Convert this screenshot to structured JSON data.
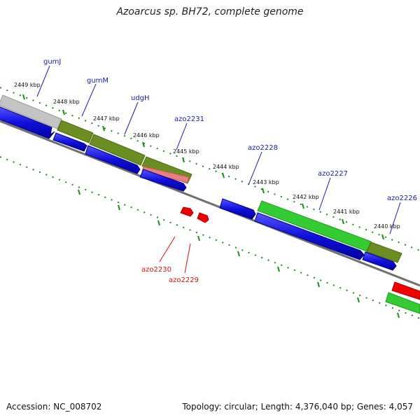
{
  "title": "Azoarcus sp. BH72, complete genome",
  "accession": "Accession: NC_008702",
  "summary": "Topology: circular; Length: 4,376,040 bp; Genes: 4,057",
  "colors": {
    "cds_blue": "#1010dd",
    "gene_green": "#33cc33",
    "gene_olive": "#6b8e23",
    "gene_grey": "#bbbbbb",
    "gene_pink": "#e88080",
    "gene_red": "#ee0000",
    "tick_green": "#1a8a1a",
    "backbone": "#777777"
  },
  "kbp_labels": [
    "2449 kbp",
    "2448 kbp",
    "2447 kbp",
    "2446 kbp",
    "2445 kbp",
    "2444 kbp",
    "2443 kbp",
    "2442 kbp",
    "2441 kbp",
    "2440 kbp"
  ],
  "genes_forward": [
    "gumJ",
    "gumM",
    "udgH",
    "azo2231",
    "azo2228",
    "azo2227",
    "azo2226"
  ],
  "genes_reverse": [
    "azo2230",
    "azo2229"
  ]
}
